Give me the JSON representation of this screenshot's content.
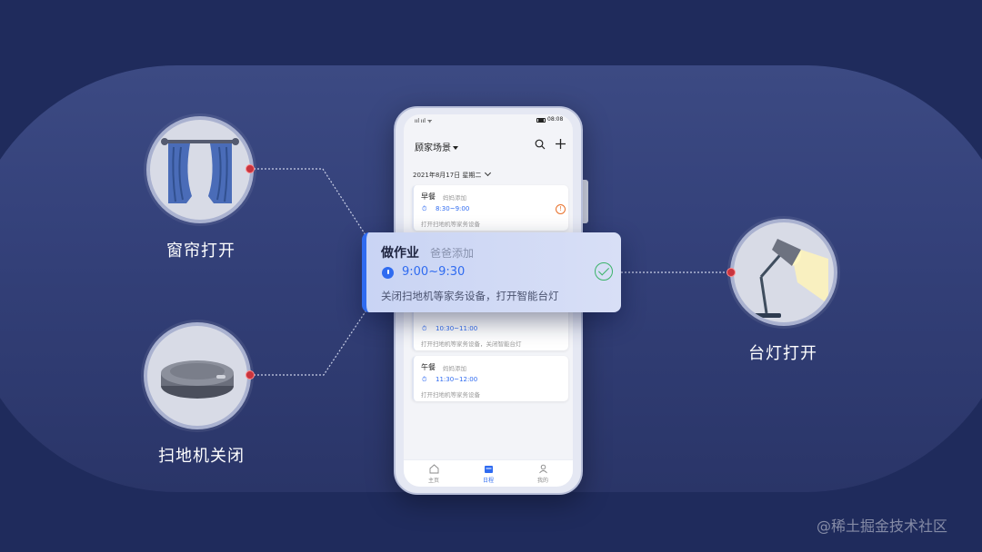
{
  "devices": {
    "curtain": {
      "label": "窗帘打开",
      "icon": "curtain-icon"
    },
    "robot": {
      "label": "扫地机关闭",
      "icon": "robot-vacuum-icon"
    },
    "lamp": {
      "label": "台灯打开",
      "icon": "desk-lamp-icon"
    }
  },
  "phone": {
    "status": {
      "signal": "ııl ııl ᯤ",
      "time": "08:08"
    },
    "header": {
      "title": "顾家场景"
    },
    "date": "2021年8月17日 星期二",
    "cards": [
      {
        "title": "早餐",
        "sub": "妈妈添加",
        "time": "8:30~9:00",
        "desc": "打开扫地机等家务设备"
      },
      {
        "title": "",
        "sub": "",
        "time": "10:30~11:00",
        "desc": "打开扫地机等家务设备，关闭智能台灯"
      },
      {
        "title": "午餐",
        "sub": "妈妈添加",
        "time": "11:30~12:00",
        "desc": "打开扫地机等家务设备"
      }
    ],
    "tabs": [
      {
        "label": "主页",
        "icon": "home-icon"
      },
      {
        "label": "日程",
        "icon": "calendar-icon"
      },
      {
        "label": "我的",
        "icon": "profile-icon"
      }
    ]
  },
  "floating_card": {
    "title": "做作业",
    "sub": "爸爸添加",
    "time": "9:00~9:30",
    "desc": "关闭扫地机等家务设备，打开智能台灯"
  },
  "watermark": "@稀土掘金技术社区",
  "colors": {
    "accent": "#2f6bf0",
    "warning": "#e8702a",
    "success": "#3bb36a",
    "dot": "#c8343e",
    "background": "#1f2b5c"
  }
}
